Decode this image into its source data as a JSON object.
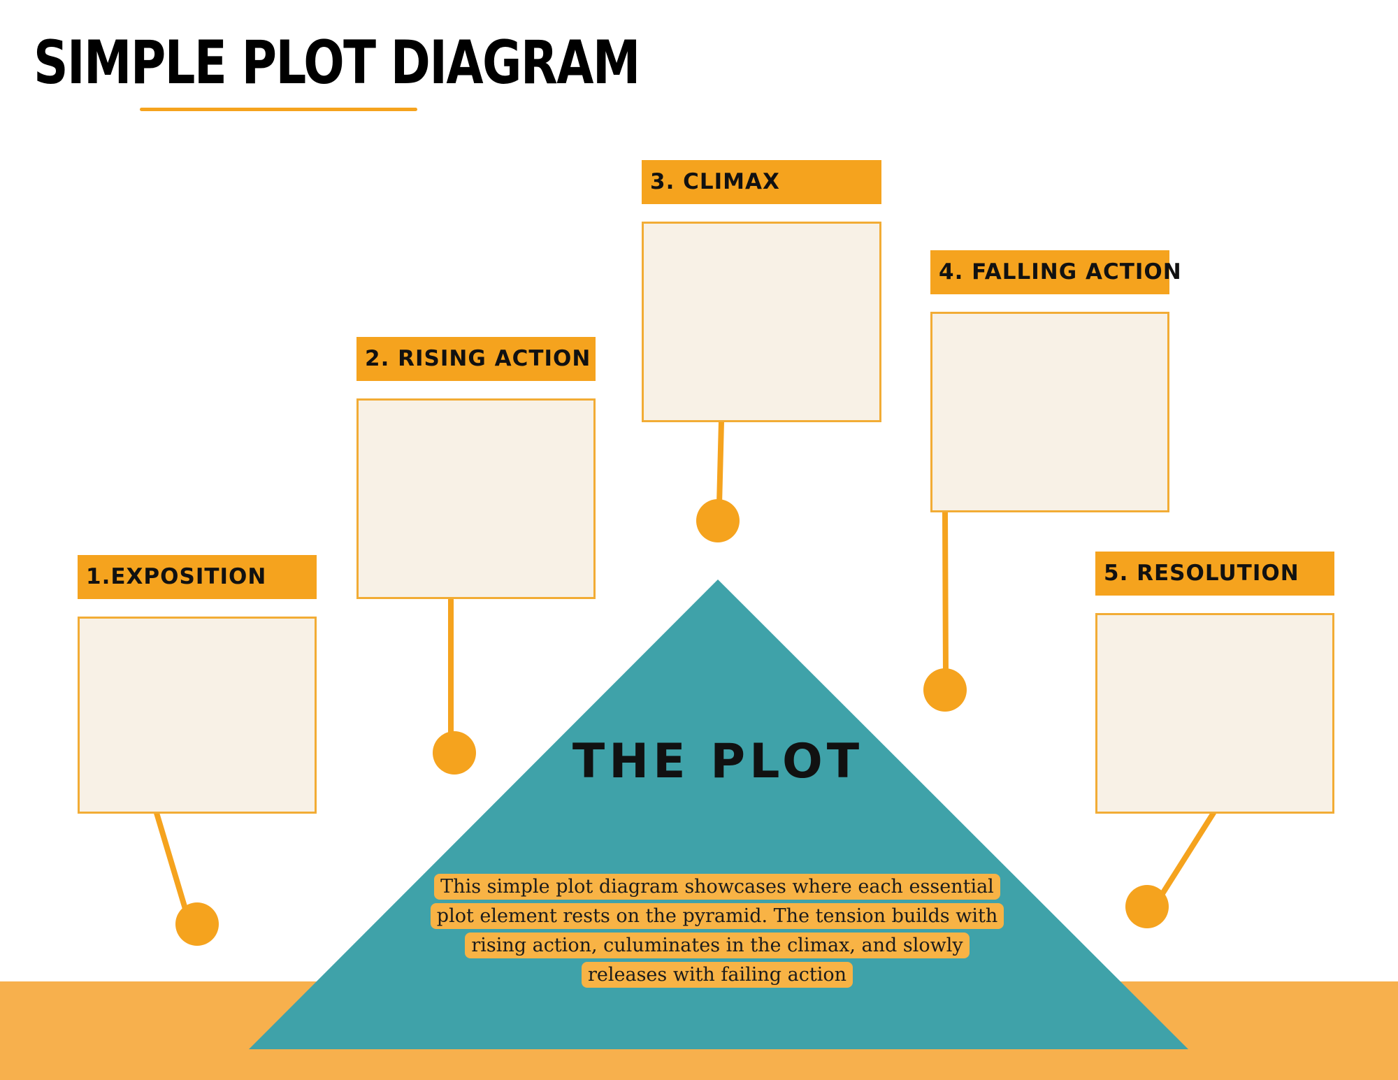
{
  "title": "SIMPLE PLOT DIAGRAM",
  "pyramid_label": "THE PLOT",
  "description": "This simple plot diagram showcases where each essential plot element rests on the pyramid. The tension builds with rising action, culuminates in the climax, and slowly releases with failing action",
  "stages": [
    {
      "label": "1.EXPOSITION"
    },
    {
      "label": "2. RISING ACTION"
    },
    {
      "label": "3. CLIMAX"
    },
    {
      "label": "4. FALLING ACTION"
    },
    {
      "label": "5. RESOLUTION"
    }
  ],
  "colors": {
    "accent": "#f5a31e",
    "ground": "#f7b04d",
    "pyramid": "#3fa2a9",
    "box_fill": "#f8f1e6",
    "box_border": "#f2ac35",
    "desc_highlight": "#f8b345",
    "title": "#000000"
  }
}
